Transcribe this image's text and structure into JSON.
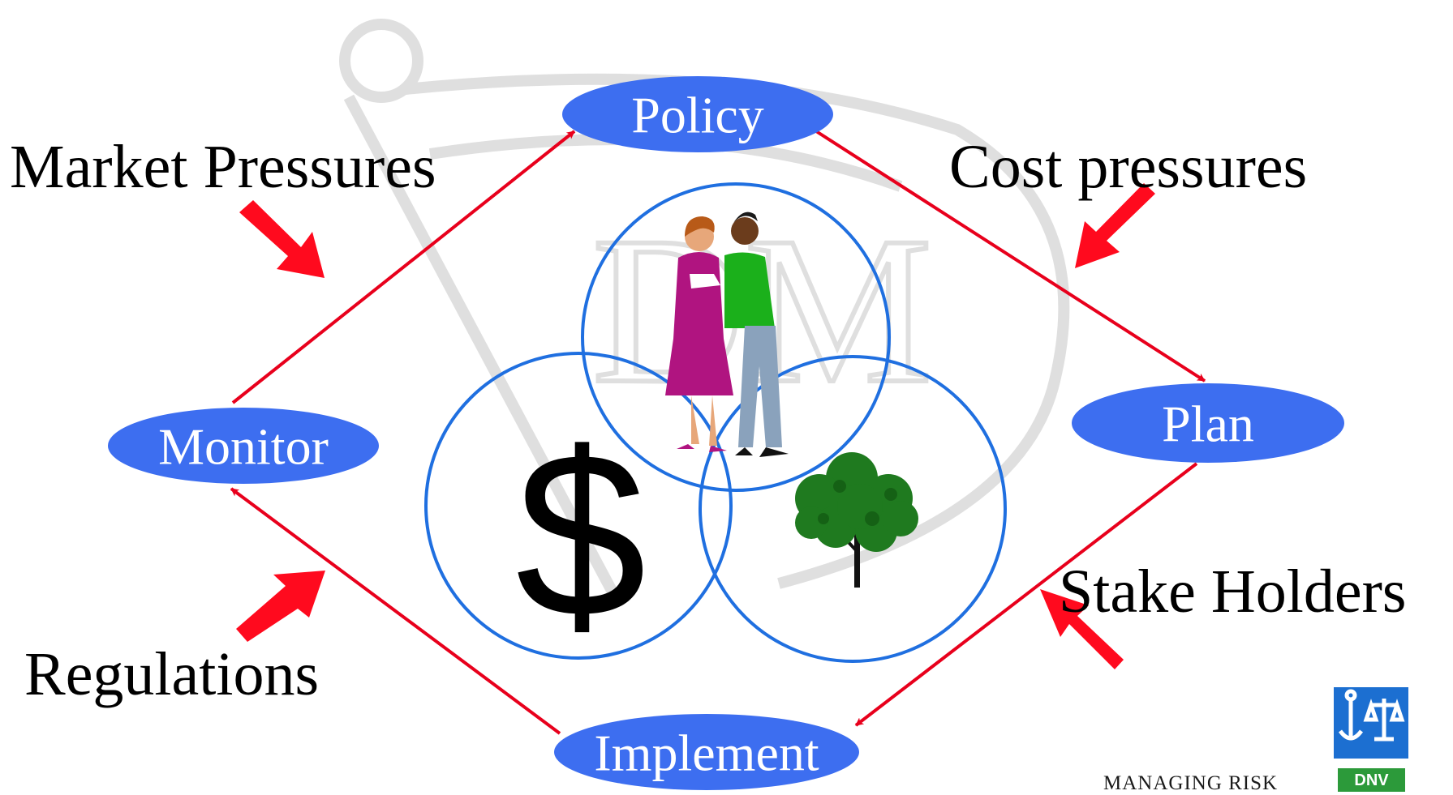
{
  "nodes": {
    "policy": "Policy",
    "plan": "Plan",
    "implement": "Implement",
    "monitor": "Monitor"
  },
  "pressures": {
    "market": "Market Pressures",
    "cost": "Cost pressures",
    "stakeholders": "Stake Holders",
    "regulations": "Regulations"
  },
  "center": {
    "symbol": "$"
  },
  "logo": {
    "tagline": "MANAGING RISK",
    "brand": "DNV"
  },
  "colors": {
    "node_fill": "#3d6ef0",
    "cycle_arrow": "#e8001c",
    "pressure_arrow": "#ff0a1e",
    "circle_stroke": "#1f6fe0",
    "watermark": "#d9d9d9",
    "logo_blue": "#1c6fd1",
    "logo_green": "#2c9a3a"
  },
  "icons": [
    "people-icon",
    "tree-icon",
    "anchor-scales-icon",
    "ship-watermark"
  ]
}
